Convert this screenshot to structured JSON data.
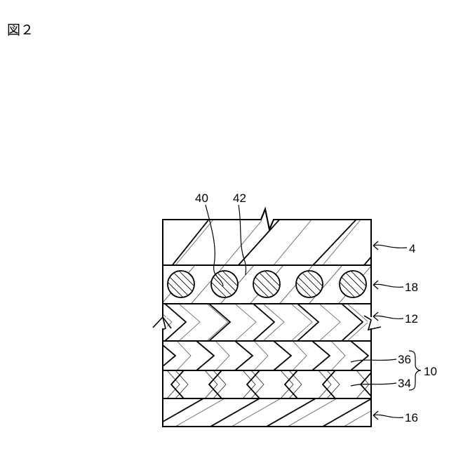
{
  "figure": {
    "title": "図２"
  },
  "labels": {
    "particle": "40",
    "binder": "42",
    "top_layer": "4",
    "particle_layer": "18",
    "chevron_layer": "12",
    "sublayer_upper": "36",
    "sublayer_lower": "34",
    "group": "10",
    "bottom_layer": "16"
  }
}
